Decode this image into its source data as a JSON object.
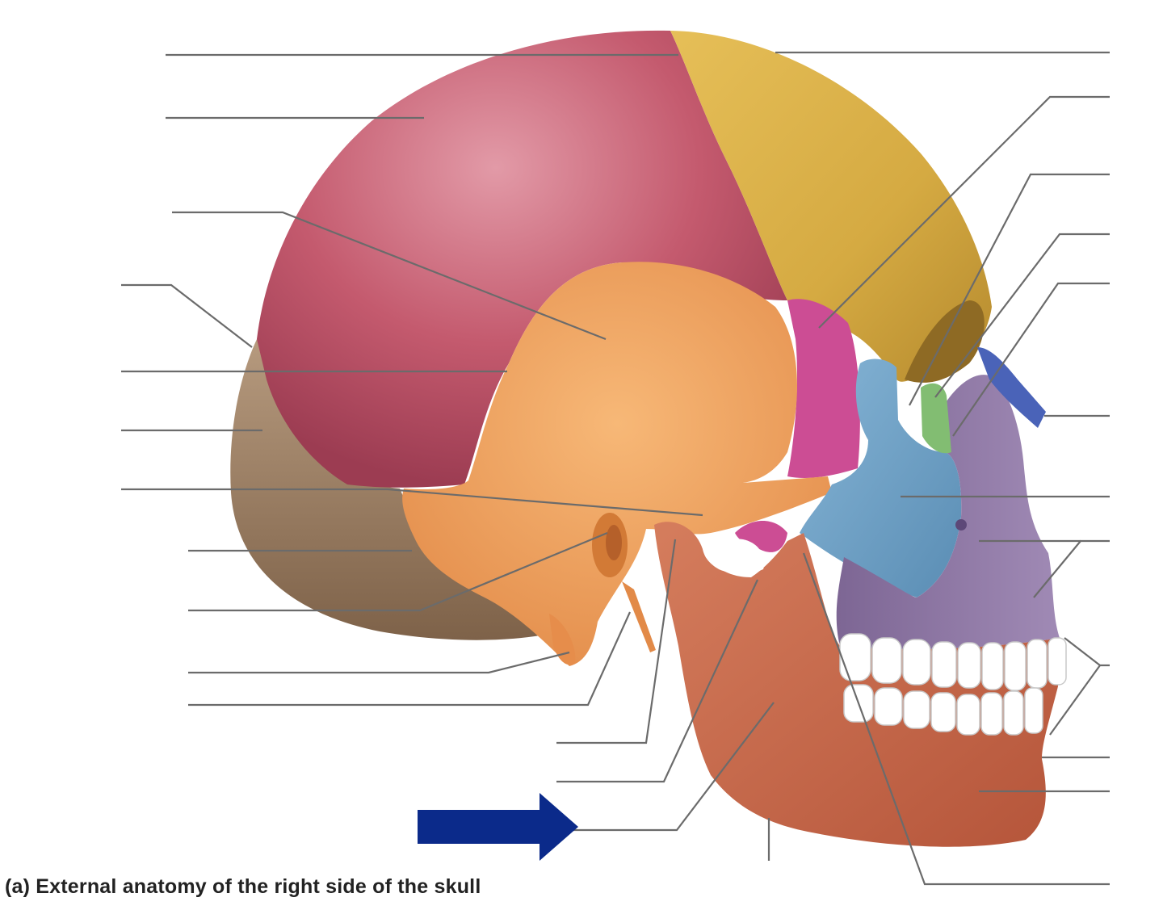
{
  "caption": "(a) External anatomy of the right side of the skull",
  "bones": [
    {
      "id": "parietal-bone",
      "color": "#c45a6e"
    },
    {
      "id": "frontal-bone",
      "color": "#dcb44a"
    },
    {
      "id": "temporal-bone",
      "color": "#ee9e5a"
    },
    {
      "id": "occipital-bone",
      "color": "#9c7f63"
    },
    {
      "id": "sphenoid-bone",
      "color": "#cc4d94"
    },
    {
      "id": "zygomatic-bone",
      "color": "#6fa1c6"
    },
    {
      "id": "maxilla",
      "color": "#8f78a4"
    },
    {
      "id": "nasal-bone",
      "color": "#4a63b8"
    },
    {
      "id": "lacrimal-bone",
      "color": "#82bd72"
    },
    {
      "id": "mandible",
      "color": "#c96a4b"
    },
    {
      "id": "teeth",
      "color": "#ffffff"
    }
  ],
  "pointer_arrow": {
    "color": "#0b2a8a"
  },
  "label_lines_count": 26
}
